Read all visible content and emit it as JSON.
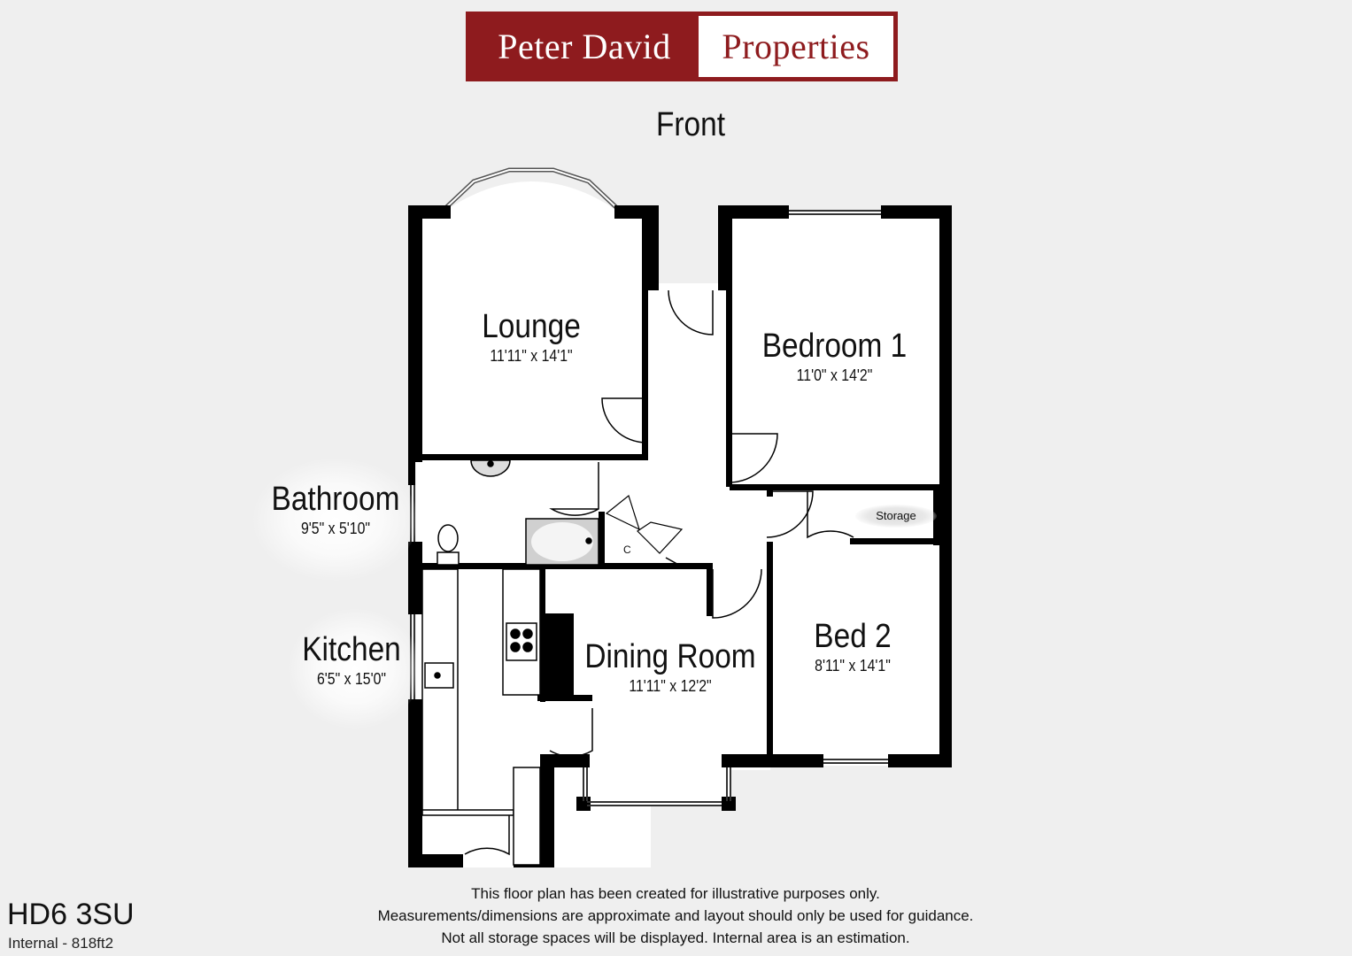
{
  "logo": {
    "left_text": "Peter David",
    "right_text": "Properties"
  },
  "front_label": "Front",
  "rooms": {
    "lounge": {
      "name": "Lounge",
      "dim": "11'11\" x 14'1\""
    },
    "bedroom1": {
      "name": "Bedroom 1",
      "dim": "11'0\" x 14'2\""
    },
    "bathroom": {
      "name": "Bathroom",
      "dim": "9'5\" x 5'10\""
    },
    "kitchen": {
      "name": "Kitchen",
      "dim": "6'5\" x 15'0\""
    },
    "dining": {
      "name": "Dining Room",
      "dim": "11'11\" x 12'2\""
    },
    "bed2": {
      "name": "Bed 2",
      "dim": "8'11\" x 14'1\""
    },
    "storage": {
      "name": "Storage"
    },
    "cupboard": {
      "name": "C"
    }
  },
  "disclaimer": [
    "This floor plan has been created for illustrative purposes only.",
    "Measurements/dimensions are approximate and layout should only be used for guidance.",
    "Not all storage spaces will be displayed. Internal area is an estimation."
  ],
  "postcode": "HD6 3SU",
  "internal_area": "Internal - 818ft2",
  "colors": {
    "brand": "#8e1b1e",
    "wall": "#000000",
    "floor": "#ffffff",
    "background": "#efefef"
  }
}
